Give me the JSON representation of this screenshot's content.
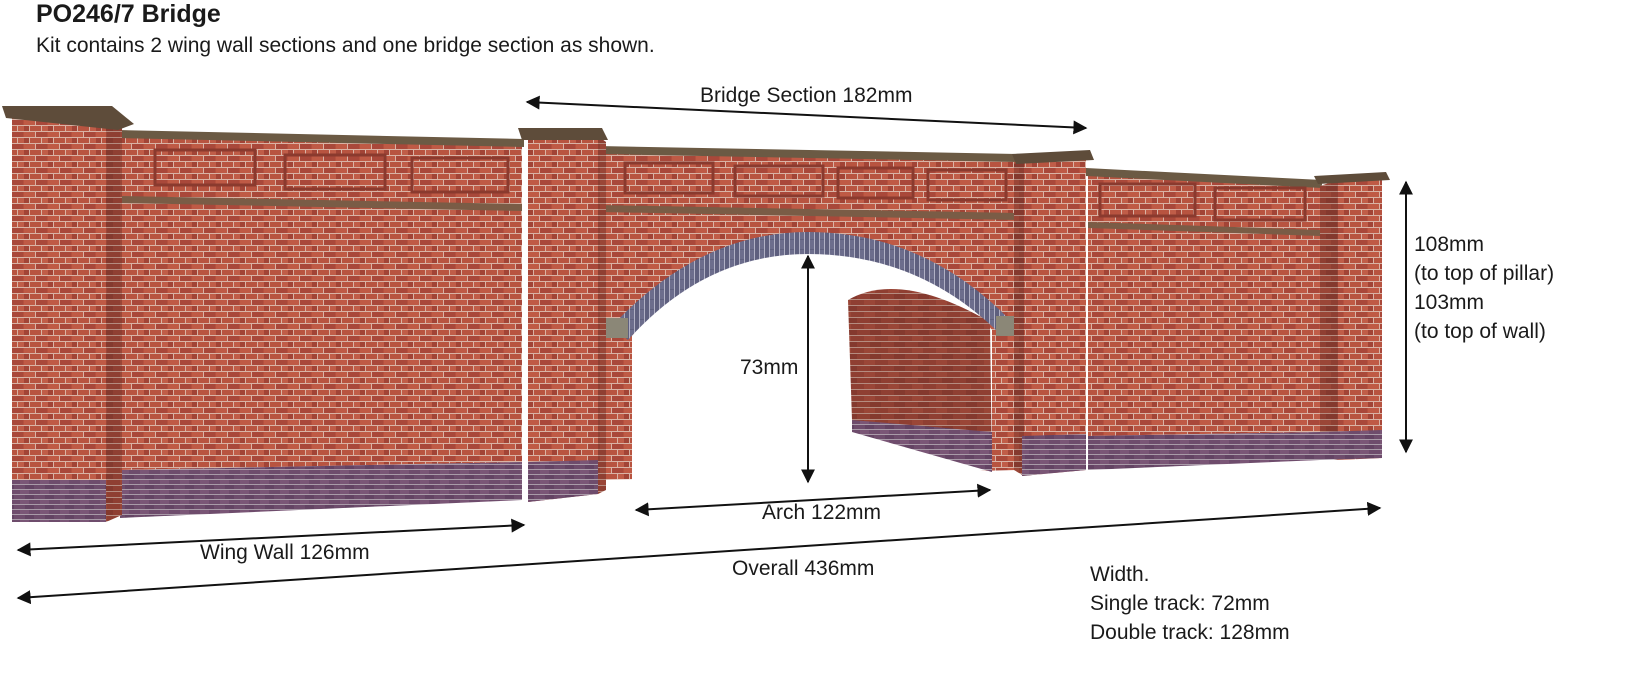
{
  "title": "PO246/7 Bridge",
  "subtitle": "Kit contains 2 wing wall sections and one bridge section as shown.",
  "dimensions": {
    "bridge_section": "Bridge Section 182mm",
    "pillar_height": "108mm",
    "pillar_note": "(to top of pillar)",
    "wall_height": "103mm",
    "wall_note": "(to top of wall)",
    "arch_height": "73mm",
    "arch_width": "Arch 122mm",
    "wing_wall": "Wing Wall 126mm",
    "overall": "Overall 436mm"
  },
  "width_info": {
    "heading": "Width.",
    "single": "Single track: 72mm",
    "double": "Double track: 128mm"
  },
  "colors": {
    "brick": "#b5523f",
    "brick_dark": "#8e3b2e",
    "base_course": "#6a4a6a",
    "arch_ring": "#5c5c7a",
    "coping": "#6b5a44"
  }
}
